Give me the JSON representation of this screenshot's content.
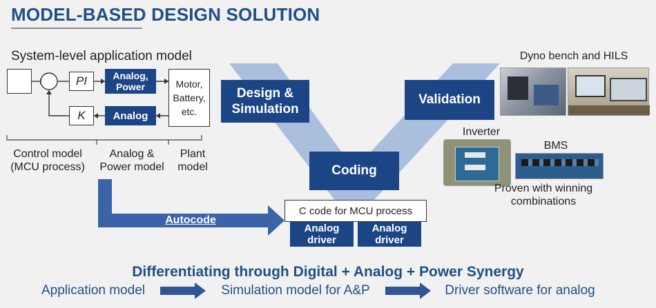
{
  "title": "MODEL-BASED DESIGN SOLUTION",
  "model_heading": "System-level application model",
  "blocks": {
    "pi": "PI",
    "k": "K",
    "analog_power": "Analog, Power",
    "analog": "Analog",
    "plant": "Motor, Battery, etc."
  },
  "captions": {
    "control": "Control model (MCU process)",
    "analog_power": "Analog & Power model",
    "plant": "Plant model"
  },
  "v_stages": {
    "design": "Design & Simulation",
    "coding": "Coding",
    "validation": "Validation"
  },
  "autocode": "Autocode",
  "ccode": "C code for MCU process",
  "driver1": "Analog driver",
  "driver2": "Analog driver",
  "right": {
    "dyno": "Dyno bench and HILS",
    "inverter": "Inverter",
    "bms": "BMS",
    "proven": "Proven with winning combinations"
  },
  "synergy": "Differentiating through Digital + Analog + Power Synergy",
  "flow": [
    "Application model",
    "Simulation model for A&P",
    "Driver software for analog"
  ],
  "colors": {
    "navy": "#1c4585",
    "title": "#1f4f86",
    "arrow": "#3a63a8",
    "v_shape": "#9eb5db"
  }
}
